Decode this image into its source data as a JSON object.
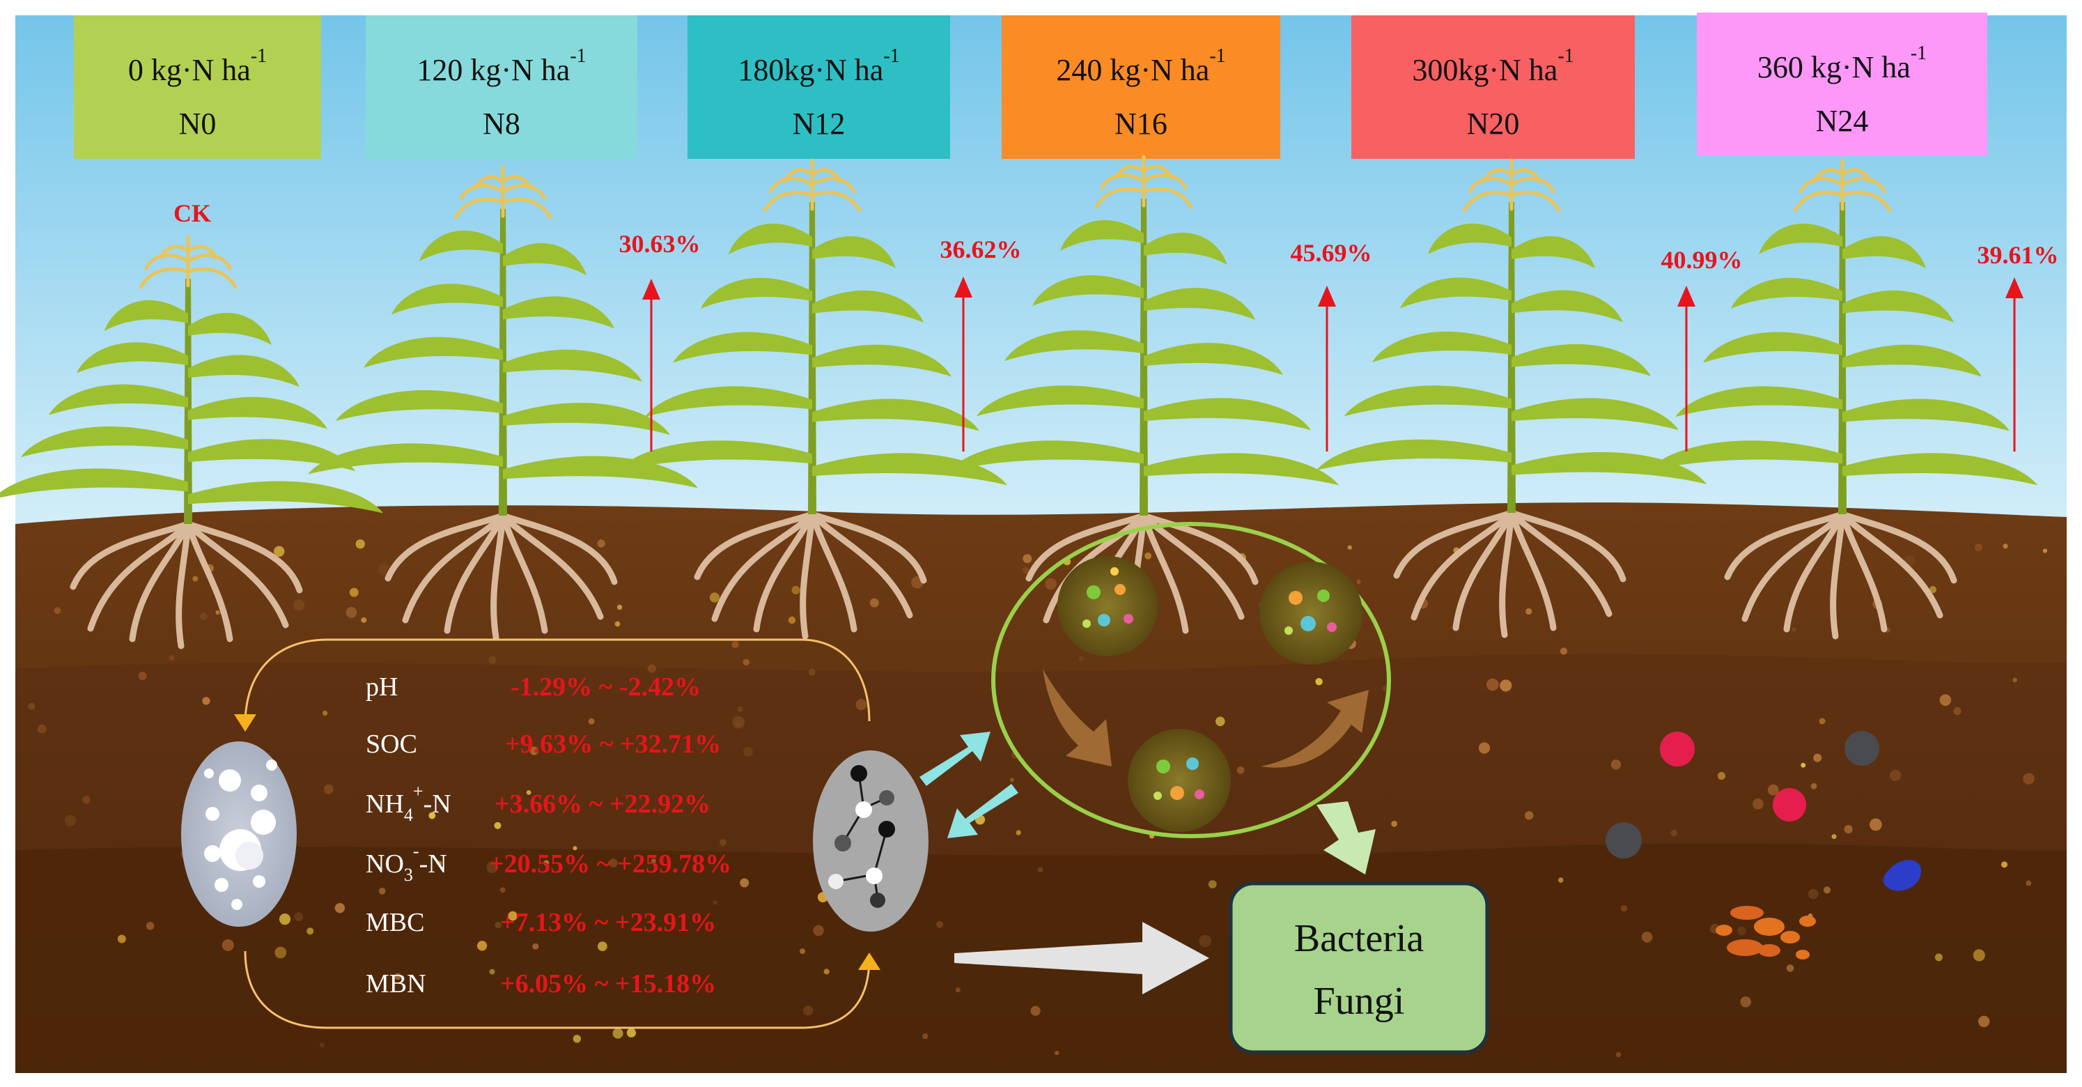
{
  "treatments": [
    {
      "rate": "0 kg·N ha",
      "sup": "-1",
      "code": "N0",
      "color": "#b2d152"
    },
    {
      "rate": "120 kg·N ha",
      "sup": "-1",
      "code": "N8",
      "color": "#86dadb"
    },
    {
      "rate": "180kg·N ha",
      "sup": "-1",
      "code": "N12",
      "color": "#2dbfc4"
    },
    {
      "rate": "240 kg·N ha",
      "sup": "-1",
      "code": "N16",
      "color": "#fb8b24"
    },
    {
      "rate": "300kg·N ha",
      "sup": "-1",
      "code": "N20",
      "color": "#f96062"
    },
    {
      "rate": "360 kg·N ha",
      "sup": "-1",
      "code": "N24",
      "color": "#fd97f8"
    }
  ],
  "control_label": "CK",
  "increases": [
    "30.63%",
    "36.62%",
    "45.69%",
    "40.99%",
    "39.61%"
  ],
  "soil_properties": [
    {
      "name": "pH",
      "base": "pH",
      "sub": "",
      "sup": "",
      "suffix": "",
      "range": "-1.29% ~ -2.42%"
    },
    {
      "name": "SOC",
      "base": "SOC",
      "sub": "",
      "sup": "",
      "suffix": "",
      "range": "+9.63% ~ +32.71%"
    },
    {
      "name": "NH4+-N",
      "base": "NH",
      "sub": "4",
      "sup": "+",
      "suffix": "-N",
      "range": "+3.66% ~ +22.92%"
    },
    {
      "name": "NO3--N",
      "base": "NO",
      "sub": "3",
      "sup": "-",
      "suffix": "-N",
      "range": "+20.55% ~ +259.78%"
    },
    {
      "name": "MBC",
      "base": "MBC",
      "sub": "",
      "sup": "",
      "suffix": "",
      "range": "+7.13% ~ +23.91%"
    },
    {
      "name": "MBN",
      "base": "MBN",
      "sub": "",
      "sup": "",
      "suffix": "",
      "range": "+6.05% ~ +15.18%"
    }
  ],
  "microbes_box": {
    "line1": "Bacteria",
    "line2": "Fungi"
  },
  "colors": {
    "sky_top": "#6ec3ea",
    "sky_bottom": "#d8f0fa",
    "soil_top": "#6e3c14",
    "soil_mid": "#5a3010",
    "soil_bottom": "#4a2509",
    "increase_red": "#e8141c",
    "microbe_box_fill": "#a7d38c",
    "microbe_box_border": "#1d3340",
    "cycle_line": "#f5c26b",
    "teal_arrow": "#8ee3e3",
    "green_ring": "#9ad14b",
    "leaf": "#9cc030",
    "stem": "#7f9f22",
    "root": "#d9b99b"
  },
  "icons": {
    "soil_aggregate": "porous-aggregate-icon",
    "molecule": "molecule-network-icon",
    "microbe_colony": "microbe-colony-icon"
  }
}
